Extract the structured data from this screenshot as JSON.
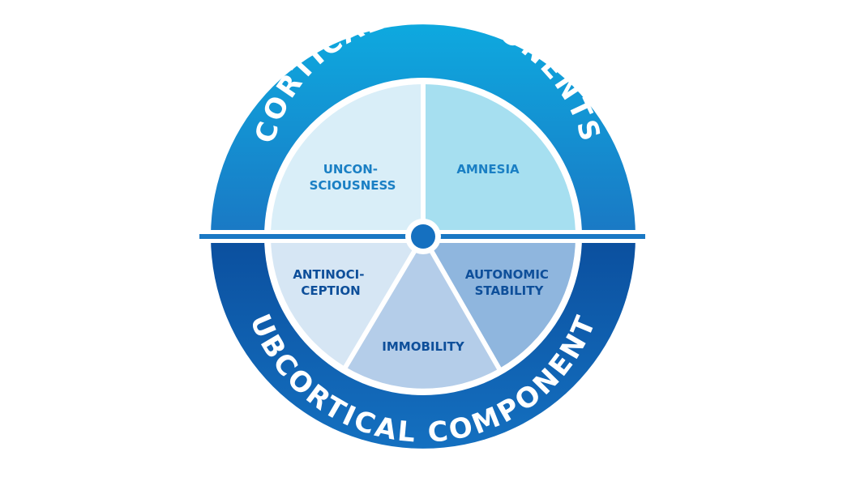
{
  "outer_ring": {
    "top_label": "CORTICAL COMPONENTS",
    "bottom_label": "SUBCORTICAL COMPONENTS"
  },
  "segments": {
    "unconsciousness": {
      "line1": "UNCON-",
      "line2": "SCIOUSNESS"
    },
    "amnesia": {
      "line1": "AMNESIA"
    },
    "antinociception": {
      "line1": "ANTINOCI-",
      "line2": "CEPTION"
    },
    "autonomic_stability": {
      "line1": "AUTONOMIC",
      "line2": "STABILITY"
    },
    "immobility": {
      "line1": "IMMOBILITY"
    }
  },
  "colors": {
    "cortical_ring": "#1e8fd0",
    "subcortical_ring": "#0c4e9c",
    "unconsciousness_fill": "#d9eef8",
    "amnesia_fill": "#a6dff0",
    "antinociception_fill": "#d6e6f4",
    "autonomic_fill": "#8fb6de",
    "immobility_fill": "#b4cde9",
    "label_blue": "#1a7fc4",
    "label_navy": "#0e4f9a"
  }
}
